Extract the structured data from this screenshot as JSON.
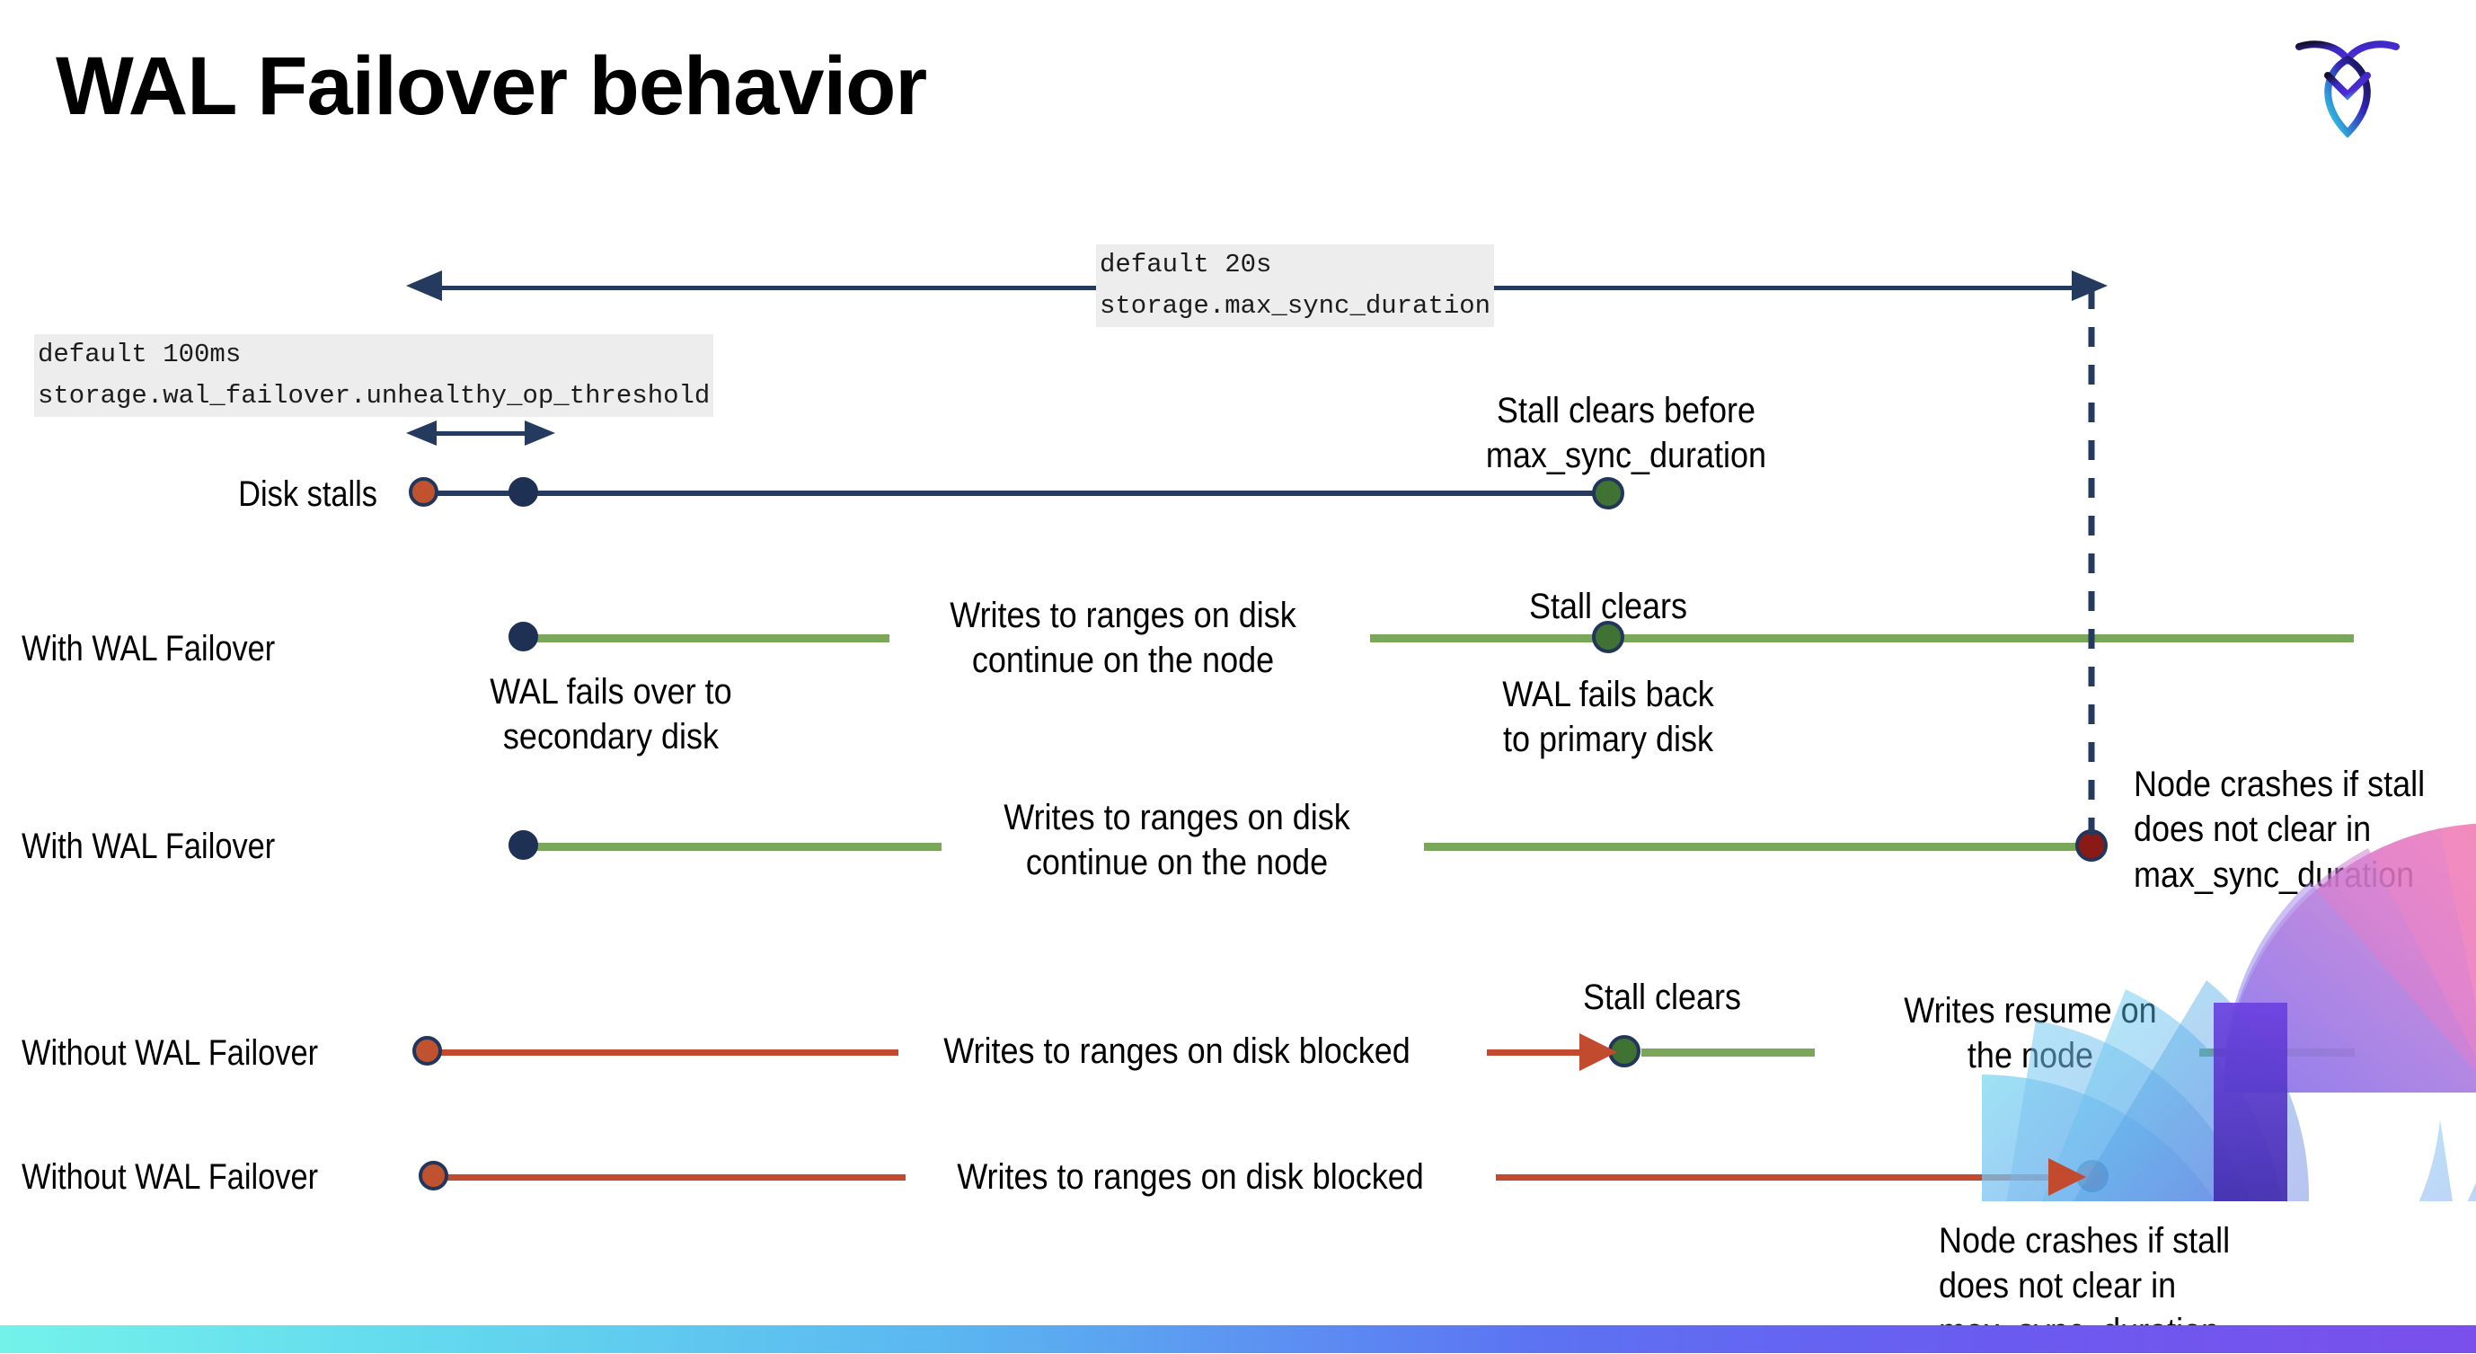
{
  "slide": {
    "title": "WAL Failover behavior",
    "logo_name": "cockroachdb-logo"
  },
  "annotations": {
    "max_sync_duration_note": {
      "line1": "default 20s",
      "line2": "storage.max_sync_duration"
    },
    "unhealthy_op_threshold_note": {
      "line1": "default 100ms",
      "line2": "storage.wal_failover.unhealthy_op_threshold"
    }
  },
  "rows": [
    {
      "id": "disk-stalls",
      "label": "Disk stalls",
      "note": "Stall clears before\nmax_sync_duration"
    },
    {
      "id": "with-wal-failover-clears",
      "label": "With WAL Failover",
      "note_start": "WAL fails over to\nsecondary disk",
      "note_mid": "Writes to ranges on disk\ncontinue on the node",
      "note_clear": "Stall clears",
      "note_back": "WAL fails  back\nto primary disk"
    },
    {
      "id": "with-wal-failover-crash",
      "label": "With WAL Failover",
      "note_mid": "Writes to ranges on disk\ncontinue on the node",
      "note_crash": "Node crashes if stall\ndoes not clear in\nmax_sync_duration"
    },
    {
      "id": "without-wal-failover-clears",
      "label": "Without WAL Failover",
      "note_mid": "Writes to ranges on disk  blocked",
      "note_clear": "Stall clears",
      "note_resume": "Writes resume on\nthe node"
    },
    {
      "id": "without-wal-failover-crash",
      "label": "Without WAL Failover",
      "note_mid": "Writes to ranges on disk  blocked",
      "note_crash": "Node crashes if stall\ndoes not clear in\nmax_sync_duration"
    }
  ],
  "colors": {
    "navy": "#243A5E",
    "green": "#7BA75B",
    "red_line": "#C24B2F",
    "dot_orange": "#C0522F",
    "dot_navy": "#1F3055",
    "dot_green": "#3F7233",
    "dot_darkred": "#8A1A15",
    "code_chip_bg": "#EDEDED"
  }
}
